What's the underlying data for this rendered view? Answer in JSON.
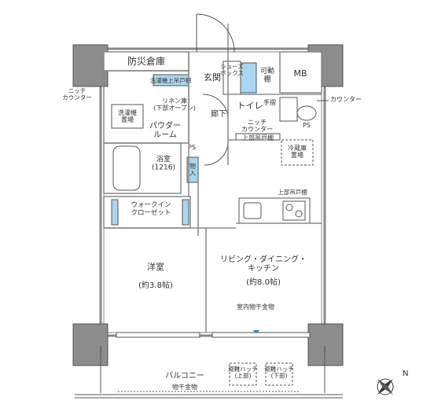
{
  "labels": {
    "storage": "防災倉庫",
    "mb": "MB",
    "niche_counter_left": "ニッチ\nカウンター",
    "counter_right": "カウンター",
    "laundry_shelf": "洗濯機上吊戸棚",
    "linen": "リネン庫\n(下部オープン)",
    "washer": "洗濯機\n置場",
    "powder": "パウダー\nルーム",
    "bath": "浴室\n(1216)",
    "ps_top": "PS",
    "ps_right": "PS",
    "storage_small": "物\n入",
    "entrance": "玄関",
    "shoes": "シューズ\nボックス",
    "movable_shelf": "可動\n棚",
    "toilet": "トイレ",
    "handwash": "手摺",
    "niche_counter_mid": "ニッチ\nカウンター",
    "upper_cabinet_toilet": "上部吊戸棚",
    "corridor": "廊下",
    "fridge": "冷蔵庫\n置場",
    "upper_cabinet_kitchen": "上部吊戸棚",
    "walkin": "ウォークイン\nクローゼット",
    "bedroom": "洋室",
    "bedroom_size": "(約3.8帖)",
    "ldk": "リビング・ダイニング・\nキッチン",
    "ldk_size": "(約8.0帖)",
    "indoor_dry": "室内物干金物",
    "balcony": "バルコニー",
    "hatch_left": "避難ハッチ\n(上部)",
    "hatch_right": "避難ハッチ\n(下部)",
    "dry_rack": "物干金物",
    "compass_n": "N"
  },
  "colors": {
    "wall": "#888888",
    "accent_blue": "#a9d6f0",
    "column": "#8c8c8c",
    "line": "#555555"
  }
}
